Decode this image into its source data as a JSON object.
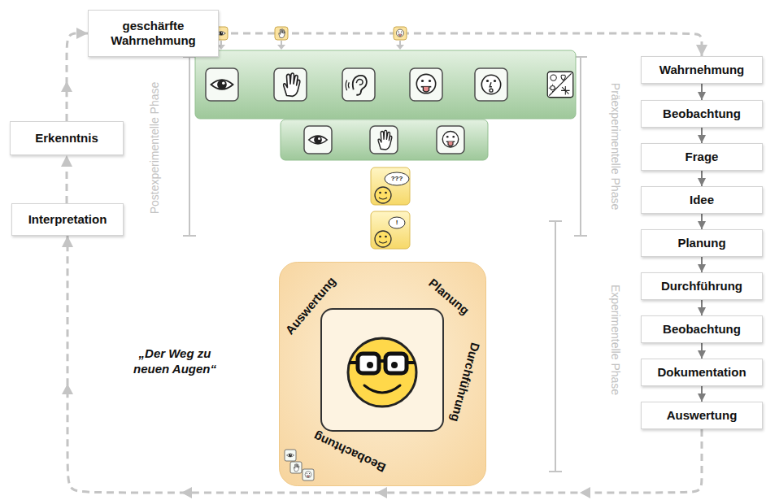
{
  "diagram": {
    "nodes": [
      {
        "text": [
          "geschärfte Wahrnehmung"
        ]
      },
      {
        "text": [
          "Wahrnehmung"
        ]
      },
      {
        "text": [
          "Beobachtung"
        ]
      },
      {
        "text": [
          "Frage"
        ]
      },
      {
        "text": [
          "Idee"
        ]
      },
      {
        "text": [
          "Planung"
        ]
      },
      {
        "text": [
          "Durchführung"
        ]
      },
      {
        "text": [
          "Beobachtung"
        ]
      },
      {
        "text": [
          "Dokumentation"
        ]
      },
      {
        "text": [
          "Auswertung"
        ]
      },
      {
        "text": [
          "Erkenntnis"
        ]
      },
      {
        "text": [
          "Interpretation"
        ]
      },
      {
        "text": [
          "Auswertung",
          "Planung",
          "Durchführung",
          "Beobachtung"
        ]
      }
    ],
    "edges": [
      {
        "from": 1,
        "to": 2,
        "arrow": "to"
      },
      {
        "from": 2,
        "to": 3,
        "arrow": "to"
      },
      {
        "from": 3,
        "to": 4,
        "arrow": "to"
      },
      {
        "from": 4,
        "to": 5,
        "arrow": "to"
      },
      {
        "from": 5,
        "to": 6,
        "arrow": "to"
      },
      {
        "from": 6,
        "to": 7,
        "arrow": "to"
      },
      {
        "from": 7,
        "to": 8,
        "arrow": "to"
      },
      {
        "from": 8,
        "to": 9,
        "arrow": "to"
      },
      {
        "from": 9,
        "to": 11,
        "arrow": "to"
      },
      {
        "from": 11,
        "to": 10,
        "arrow": "to"
      },
      {
        "from": 10,
        "to": 0,
        "arrow": "to"
      },
      {
        "from": 0,
        "to": 1,
        "arrow": "to"
      }
    ],
    "labels": [
      "Postexperimentelle Phase",
      "Präexperimentelle Phase",
      "Experimentelle Phase",
      "„Der Weg zu neuen Augen“",
      "???",
      "!"
    ]
  }
}
